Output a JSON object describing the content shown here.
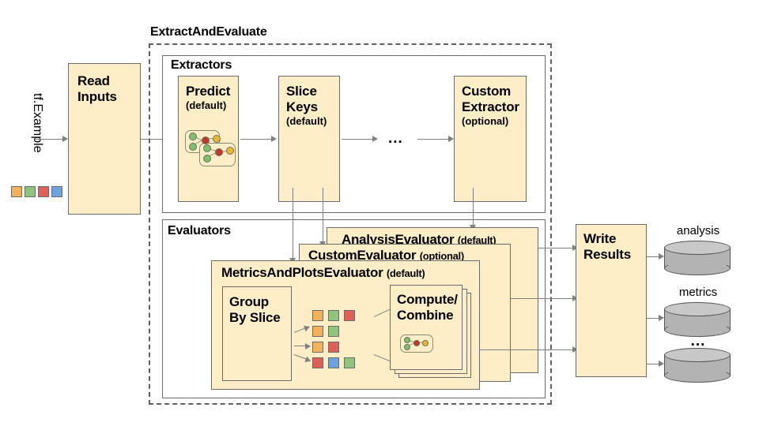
{
  "diagram": {
    "title": "TensorFlow Model Analysis ExtractAndEvaluate pipeline",
    "input": {
      "label": "tf.Example",
      "chips": [
        "orange",
        "green",
        "red",
        "blue"
      ]
    },
    "read_inputs": {
      "label": "Read\nInputs",
      "line1": "Read",
      "line2": "Inputs"
    },
    "extract_and_evaluate": {
      "label": "ExtractAndEvaluate"
    },
    "extractors": {
      "panel_label": "Extractors",
      "items": [
        {
          "name": "Predict",
          "line1": "Predict",
          "qualifier": "(default)",
          "icon": "model-graph-icon"
        },
        {
          "name": "Slice Keys",
          "line1": "Slice",
          "line2": "Keys",
          "qualifier": "(default)"
        },
        {
          "name": "ellipsis",
          "label": "..."
        },
        {
          "name": "Custom Extractor",
          "line1": "Custom",
          "line2": "Extractor",
          "qualifier": "(optional)"
        }
      ]
    },
    "evaluators": {
      "panel_label": "Evaluators",
      "cards": [
        {
          "name": "AnalysisEvaluator",
          "qualifier": "(default)"
        },
        {
          "name": "CustomEvaluator",
          "qualifier": "(optional)"
        },
        {
          "name": "MetricsAndPlotsEvaluator",
          "qualifier": "(default)"
        }
      ],
      "group_by_slice": {
        "line1": "Group",
        "line2": "By Slice"
      },
      "compute_combine": {
        "line1": "Compute/",
        "line2": "Combine",
        "icon": "model-graph-icon"
      },
      "slice_rows": [
        [
          "orange",
          "green",
          "red"
        ],
        [
          "orange",
          "green"
        ],
        [
          "orange",
          "red"
        ],
        [
          "red",
          "blue",
          "green"
        ]
      ]
    },
    "write_results": {
      "line1": "Write",
      "line2": "Results"
    },
    "outputs": [
      {
        "label": "analysis",
        "name": "analysis-database"
      },
      {
        "label": "metrics",
        "name": "metrics-database"
      },
      {
        "label": "...",
        "name": "other-database"
      }
    ],
    "colors": {
      "box_fill": "#fdeec8",
      "box_stroke": "#6b6b6b",
      "arrow": "#808080",
      "chip_orange": "#f4b15c",
      "chip_green": "#8fc47e",
      "chip_red": "#dd6159",
      "chip_blue": "#6fa2e0",
      "db_fill": "#b3b3b3"
    }
  }
}
